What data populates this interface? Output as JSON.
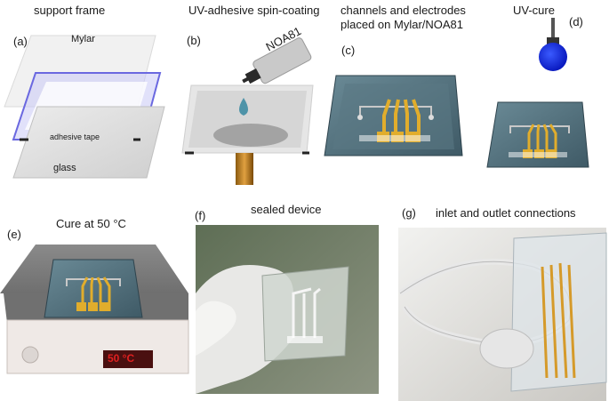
{
  "panels": {
    "a": {
      "letter": "(a)",
      "title": "support frame",
      "mylar": "Mylar",
      "tape": "adhesive tape",
      "glass": "glass"
    },
    "b": {
      "letter": "(b)",
      "title": "UV-adhesive spin-coating",
      "bottle": "NOA81"
    },
    "c": {
      "letter": "(c)",
      "title_line1": "channels and electrodes",
      "title_line2": "placed on Mylar/NOA81"
    },
    "d": {
      "letter": "(d)",
      "title": "UV-cure"
    },
    "e": {
      "letter": "(e)",
      "title": "Cure at 50 °C",
      "display": "50 °C"
    },
    "f": {
      "letter": "(f)",
      "title": "sealed device"
    },
    "g": {
      "letter": "(g)",
      "title": "inlet and outlet connections"
    }
  },
  "colors": {
    "frame_blue": "#8e8cf0",
    "electrode_gold": "#e1ad2c",
    "uv_blue": "#1830e0",
    "display_red": "#e02020"
  }
}
